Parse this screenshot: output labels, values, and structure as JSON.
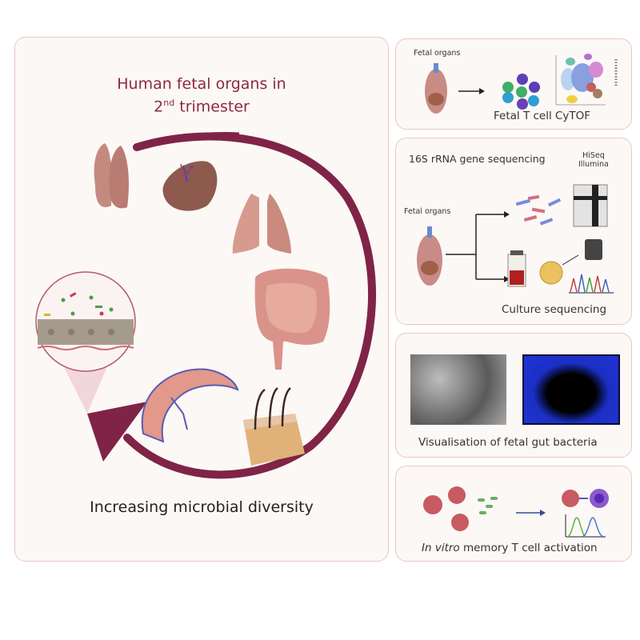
{
  "main": {
    "title_line1": "Human fetal organs in",
    "title_line2_num": "2",
    "title_line2_sup": "nd",
    "title_line2_rest": " trimester",
    "bottom_caption": "Increasing microbial diversity",
    "organs": [
      "thymus",
      "spleen",
      "lungs",
      "intestine",
      "placenta",
      "skin"
    ],
    "arrow_color": "#7f2447"
  },
  "cytof_panel": {
    "label": "Fetal organs",
    "caption": "Fetal T cell CyTOF"
  },
  "sequencing_panel": {
    "heading": "16S rRNA gene sequencing",
    "instrument_line1": "HiSeq",
    "instrument_line2": "Illumina",
    "label": "Fetal organs",
    "caption": "Culture sequencing"
  },
  "visualisation_panel": {
    "caption": "Visualisation of fetal gut bacteria"
  },
  "activation_panel": {
    "caption_italic": "In vitro",
    "caption_rest": " memory T cell activation"
  }
}
